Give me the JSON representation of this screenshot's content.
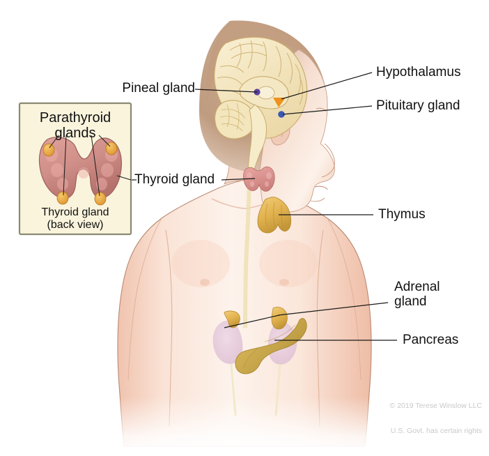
{
  "figure": {
    "kind": "medical-illustration",
    "subject": "Endocrine system glands in a child",
    "background_color": "#ffffff"
  },
  "labels": {
    "pineal": "Pineal gland",
    "hypothalamus": "Hypothalamus",
    "pituitary": "Pituitary gland",
    "thyroid": "Thyroid gland",
    "thymus": "Thymus",
    "adrenal_line1": "Adrenal",
    "adrenal_line2": "gland",
    "pancreas": "Pancreas"
  },
  "inset": {
    "title_line1": "Parathyroid",
    "title_line2": "glands",
    "caption_line1": "Thyroid gland",
    "caption_line2": "(back view)",
    "background_color": "#faf4dd",
    "border_color": "#8a8a72"
  },
  "credit": {
    "line1": "© 2019 Terese Winslow LLC",
    "line2": "U.S. Govt. has certain rights",
    "color": "#c9c9c9"
  },
  "palette": {
    "leader_line": "#1a1a1a",
    "text": "#111111",
    "skin_light": "#fbe8de",
    "skin_mid": "#f3cdbb",
    "skin_shadow": "#e0ac96",
    "hair": "#c9a98f",
    "brain_fill": "#f6eccb",
    "brain_line": "#c9ab6b",
    "thyroid_pink": "#e09a98",
    "thyroid_pink_dark": "#c47a78",
    "parathyroid_orange": "#e8a33c",
    "thymus_gold": "#e8bb5c",
    "pancreas_gold": "#d6b85a",
    "kidney_mauve": "#e2c6da",
    "pineal_purple": "#5b3f9e",
    "pituitary_blue": "#3a58b4",
    "hypothalamus_orange": "#f0921e"
  }
}
